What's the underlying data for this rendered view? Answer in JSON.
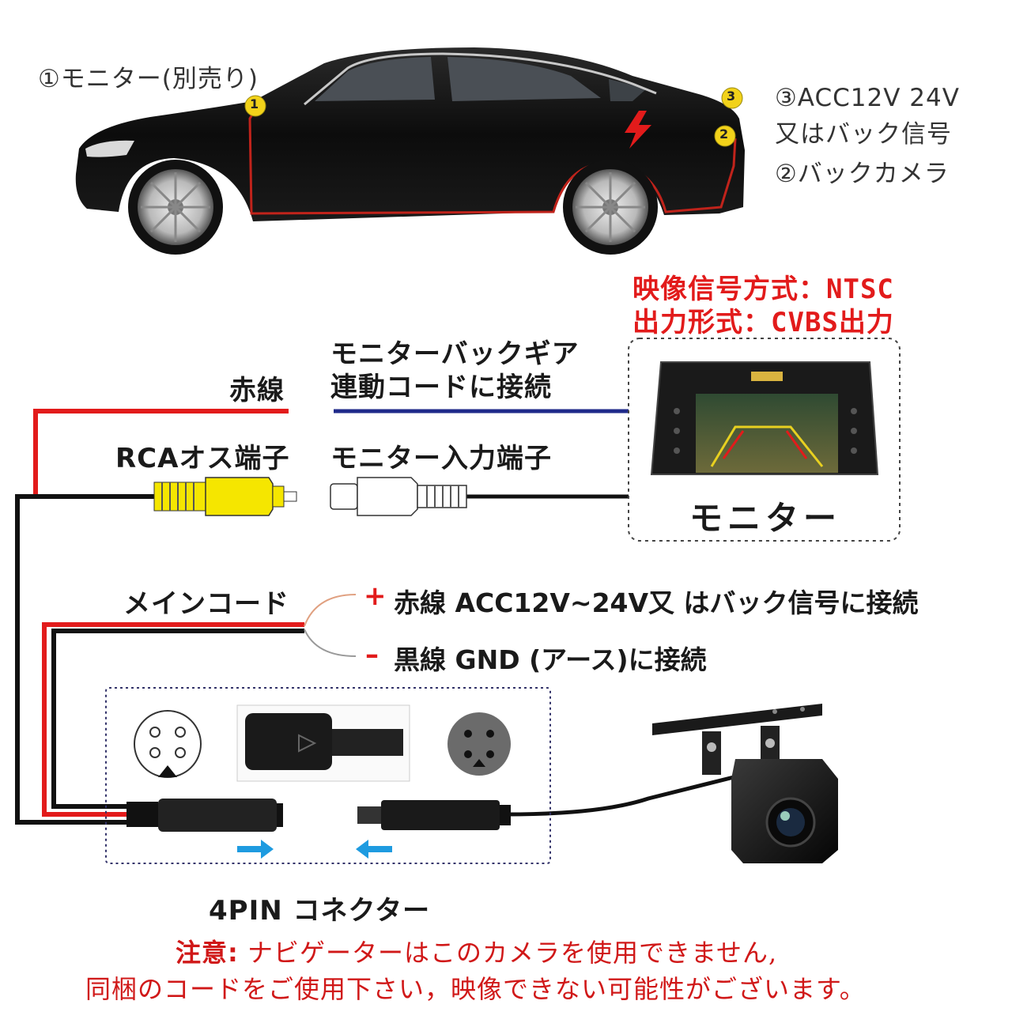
{
  "car_labels": {
    "monitor": "①モニター(別売り)",
    "acc_line1": "③ACC12V 24V",
    "acc_line2": "又はバック信号",
    "camera": "②バックカメラ",
    "marker1": "1",
    "marker2": "2",
    "marker3": "3"
  },
  "spec": {
    "signal": "映像信号方式：NTSC",
    "output": "出力形式：CVBS出力"
  },
  "wiring": {
    "red_wire": "赤線",
    "gear_line1": "モニターバックギア",
    "gear_line2": "連動コードに接続",
    "rca_male": "RCAオス端子",
    "monitor_input": "モニター入力端子",
    "monitor": "モニター",
    "main_cord": "メインコード",
    "plus": "+",
    "plus_desc": "赤線  ACC12V~24V又 はバック信号に接続",
    "minus": "–",
    "minus_desc": "黒線  GND (アース)に接続",
    "connector": "4PIN コネクター"
  },
  "note": {
    "prefix": "注意:",
    "line1": " ナビゲーターはこのカメラを使用できません,",
    "line2": "同梱のコードをご使用下さい，映像できない可能性がございます。"
  },
  "colors": {
    "red_wire": "#e21b1b",
    "blue_wire": "#1f2a8a",
    "black_wire": "#111111",
    "rca_yellow": "#f5e600",
    "arrow_blue": "#1e9be0",
    "marker_yellow": "#f2d21a"
  }
}
